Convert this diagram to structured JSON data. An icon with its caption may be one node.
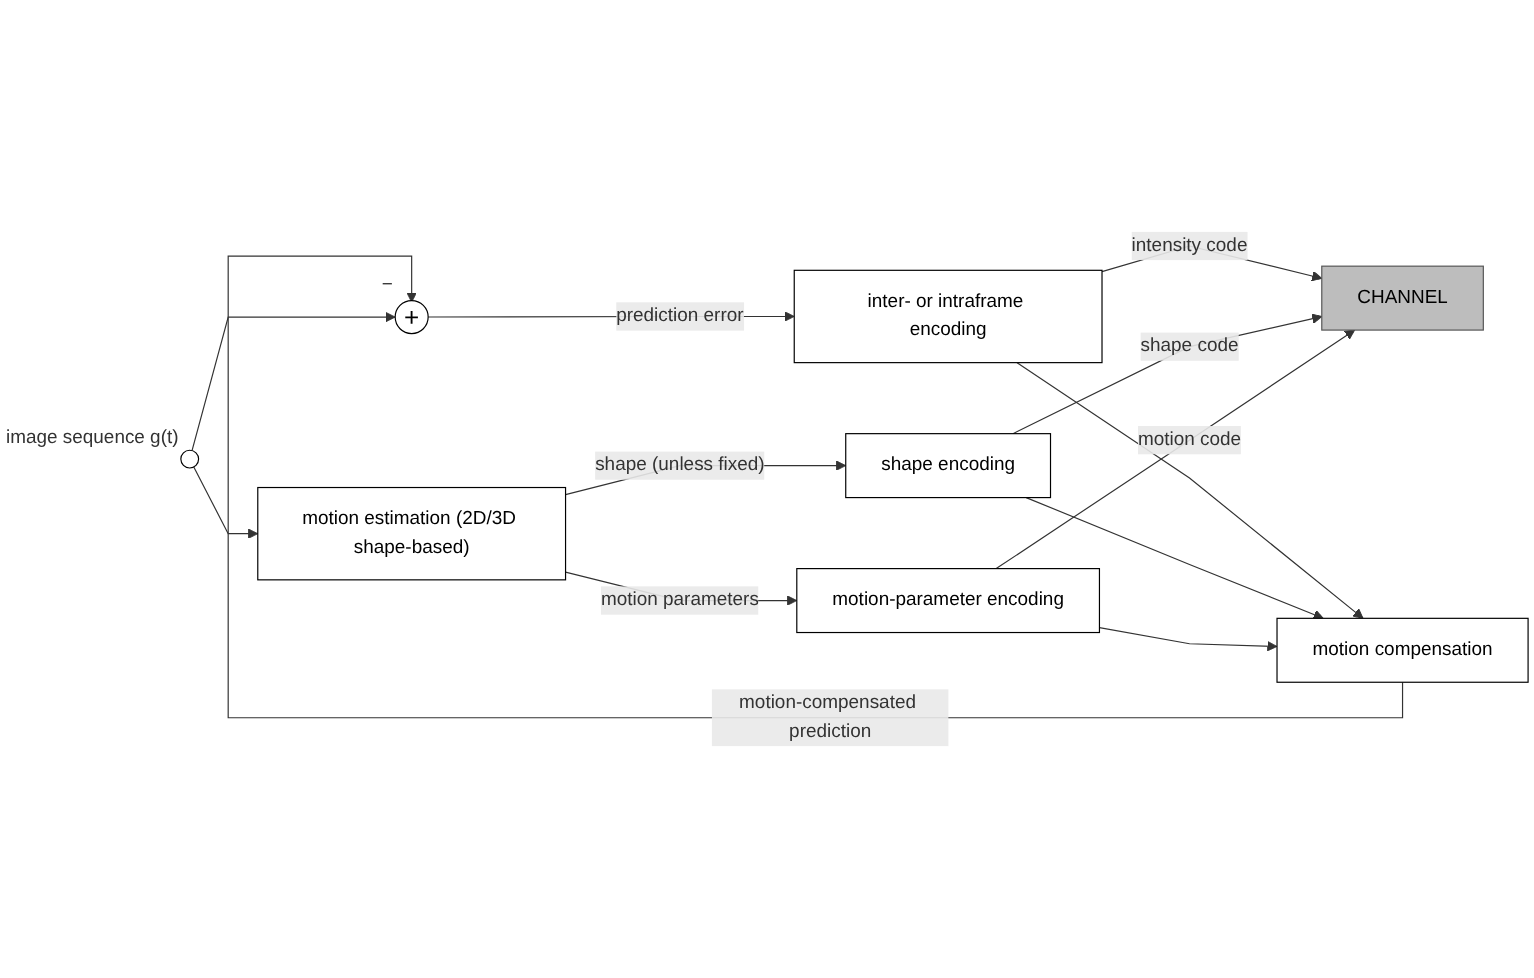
{
  "diagram": {
    "nodes": [
      {
        "text": [],
        "shape": "circle",
        "beside": [
          "image sequence g(t)"
        ]
      },
      {
        "text": [
          "+"
        ],
        "beside": [
          "−"
        ]
      },
      {
        "text": [
          "inter- or intraframe encoding"
        ]
      },
      {
        "text": [
          "motion compensation"
        ]
      },
      {
        "text": [
          "shape encoding"
        ]
      },
      {
        "text": [
          "motion estimation (2D/3D shape-based)"
        ]
      },
      {
        "text": [
          "motion-parameter encoding"
        ]
      },
      {
        "text": [
          "CHANNEL"
        ]
      }
    ],
    "edges": [
      {
        "from": 0,
        "to": 1,
        "arrow": "to"
      },
      {
        "from": 0,
        "to": 5,
        "arrow": "to"
      },
      {
        "from": 1,
        "to": 2,
        "arrow": "to",
        "label": "prediction error"
      },
      {
        "from": 2,
        "to": 7,
        "arrow": "to",
        "label": "intensity code"
      },
      {
        "from": 2,
        "to": 3,
        "arrow": "to"
      },
      {
        "from": 3,
        "to": 1,
        "arrow": "to",
        "label": "motion-compensated prediction"
      },
      {
        "from": 5,
        "to": 4,
        "arrow": "to",
        "label": "shape (unless fixed)"
      },
      {
        "from": 5,
        "to": 6,
        "arrow": "to",
        "label": "motion parameters"
      },
      {
        "from": 4,
        "to": 7,
        "arrow": "to",
        "label": "shape code"
      },
      {
        "from": 4,
        "to": 3,
        "arrow": "to"
      },
      {
        "from": 6,
        "to": 7,
        "arrow": "to",
        "label": "motion code"
      },
      {
        "from": 6,
        "to": 3,
        "arrow": "to"
      }
    ]
  }
}
